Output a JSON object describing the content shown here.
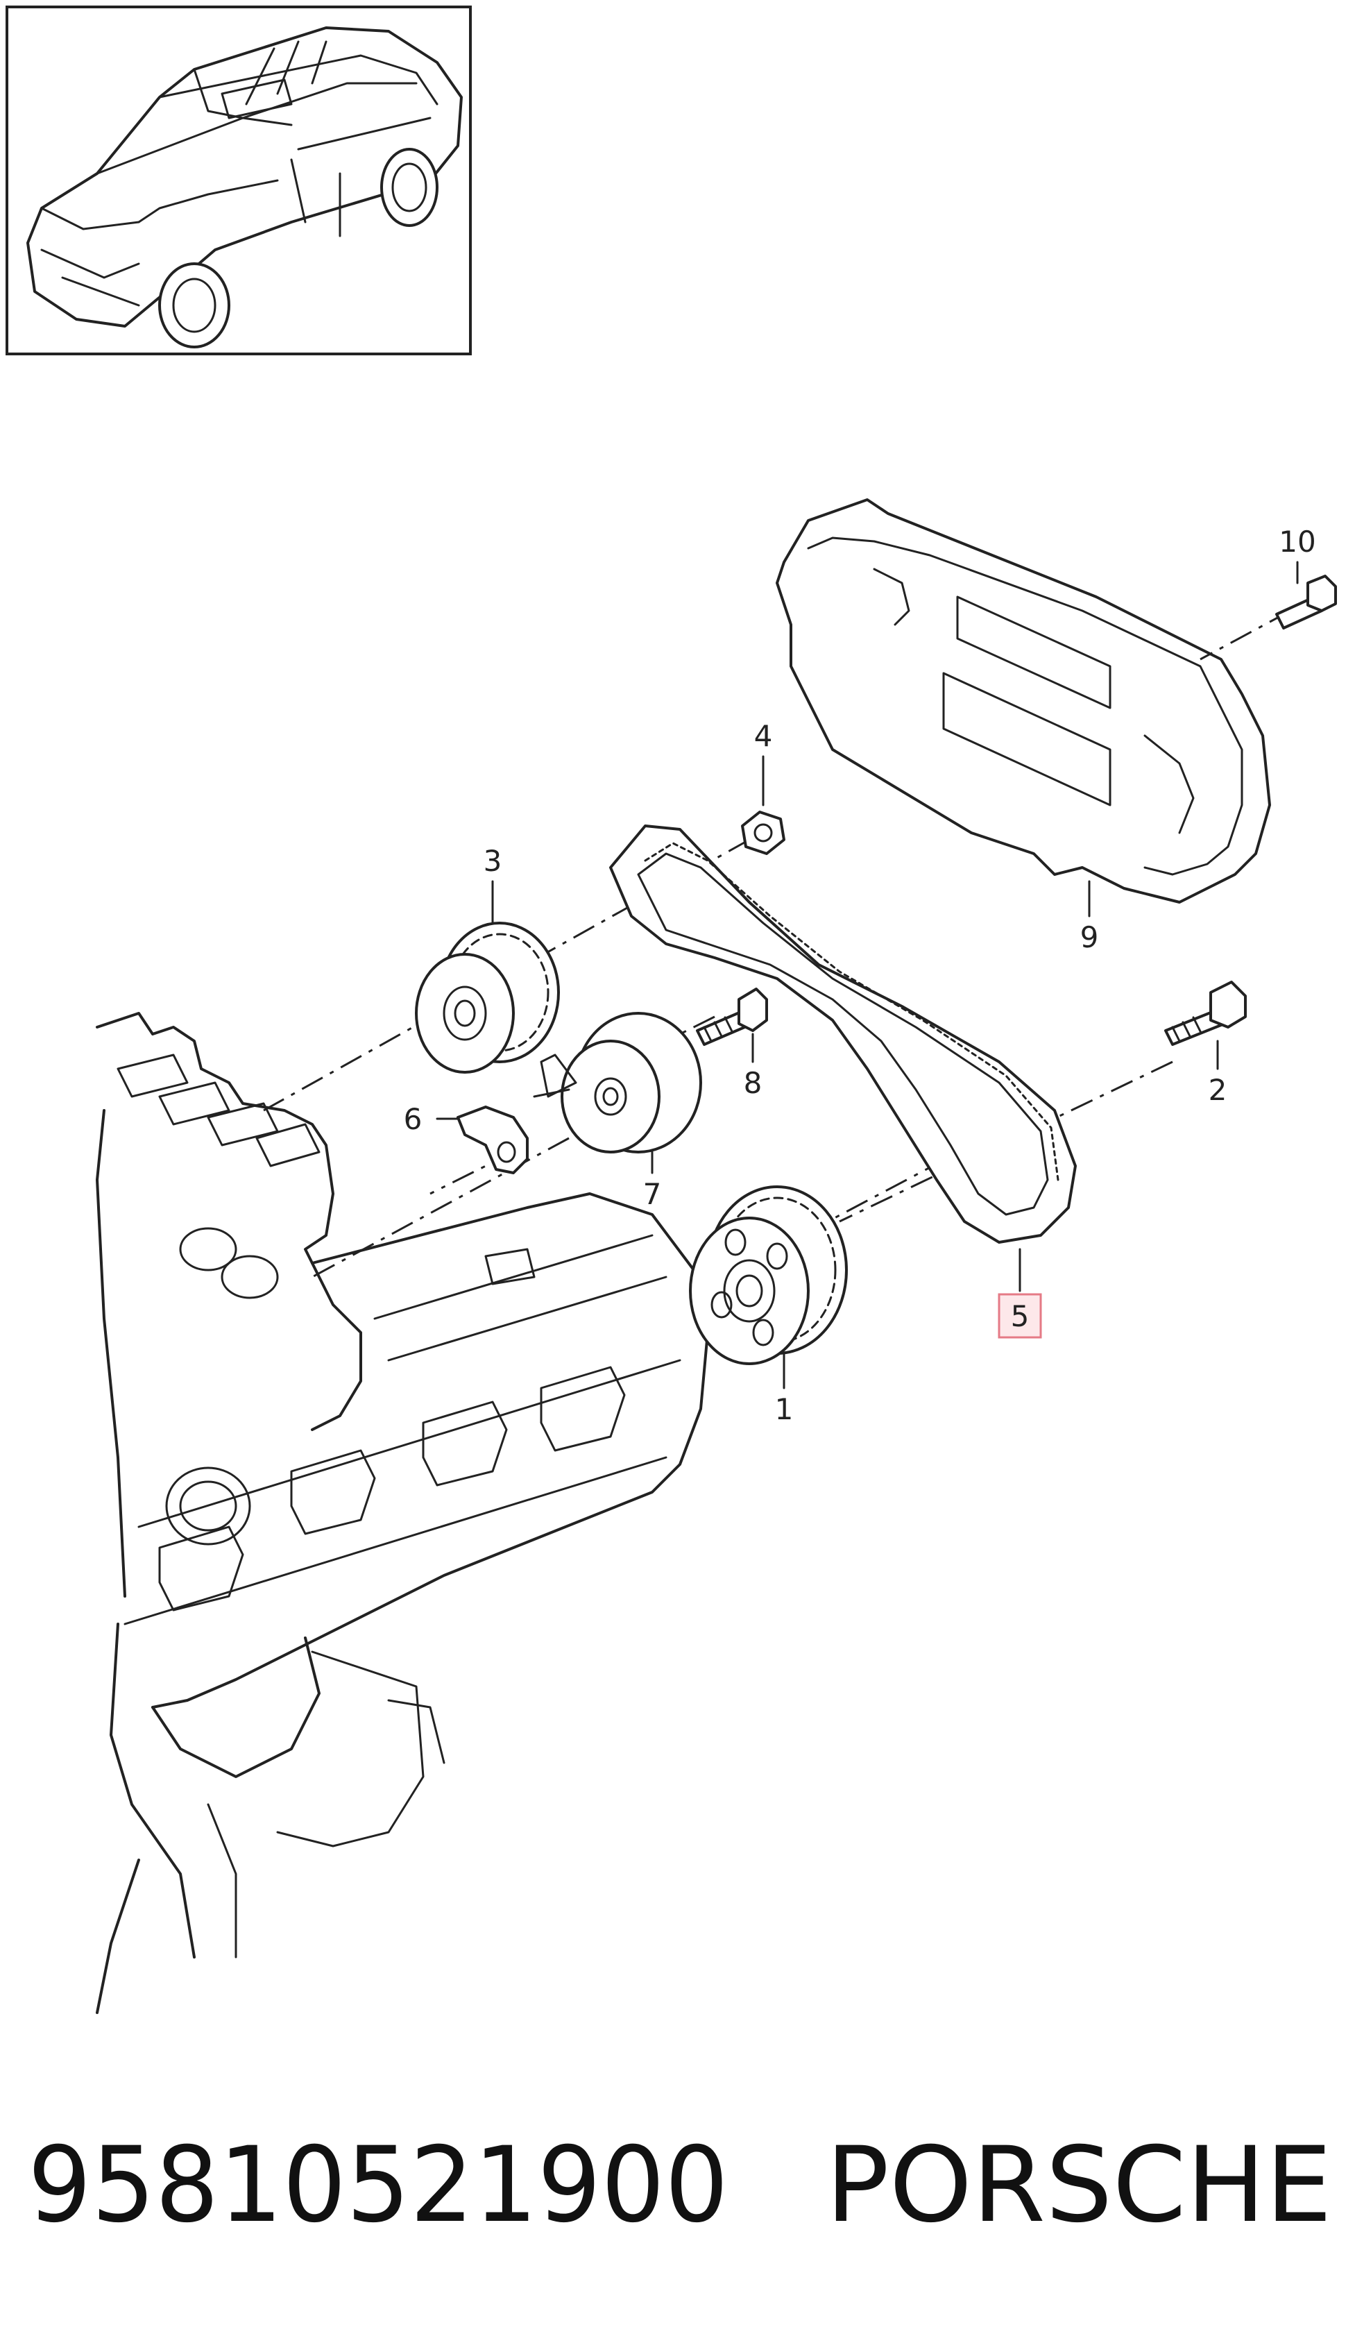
{
  "callouts": [
    {
      "id": "1",
      "text": "1"
    },
    {
      "id": "2",
      "text": "2"
    },
    {
      "id": "3",
      "text": "3"
    },
    {
      "id": "4",
      "text": "4"
    },
    {
      "id": "5",
      "text": "5",
      "highlighted": true
    },
    {
      "id": "6",
      "text": "6"
    },
    {
      "id": "7",
      "text": "7"
    },
    {
      "id": "8",
      "text": "8"
    },
    {
      "id": "9",
      "text": "9"
    },
    {
      "id": "10",
      "text": "10"
    }
  ],
  "footer": {
    "part_number": "95810521900",
    "brand": "PORSCHE"
  },
  "colors": {
    "line": "#222222",
    "highlight_fill": "#fde8ea",
    "highlight_border": "#e57a86"
  }
}
